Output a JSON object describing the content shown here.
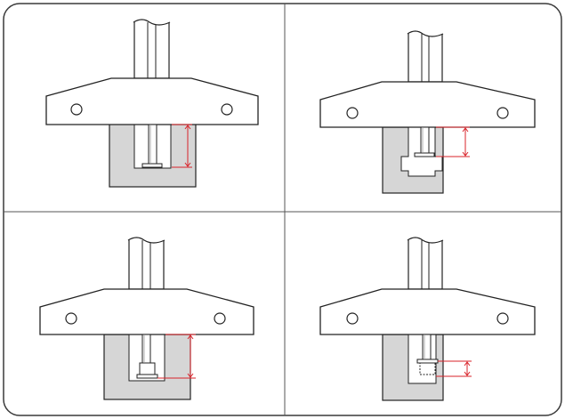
{
  "colors": {
    "background": "#ffffff",
    "panel_fill": "#d6d6d6",
    "outline": "#1f1f1f",
    "grid": "#555555",
    "measure": "#d8232a"
  },
  "panels": [
    {
      "id": "panel-top-left",
      "variant": "straight-slot-tall",
      "icons": [
        "mounting-plate-icon",
        "post-icon",
        "bolt-icon",
        "measure-icon"
      ]
    },
    {
      "id": "panel-top-right",
      "variant": "t-slot-short",
      "icons": [
        "mounting-plate-icon",
        "post-icon",
        "bolt-icon",
        "measure-icon"
      ]
    },
    {
      "id": "panel-bottom-left",
      "variant": "straight-slot-nut-tall",
      "icons": [
        "mounting-plate-icon",
        "post-icon",
        "bolt-icon",
        "measure-icon"
      ]
    },
    {
      "id": "panel-bottom-right",
      "variant": "slot-hidden-nut-short",
      "icons": [
        "mounting-plate-icon",
        "post-icon",
        "bolt-icon",
        "measure-icon"
      ]
    }
  ]
}
